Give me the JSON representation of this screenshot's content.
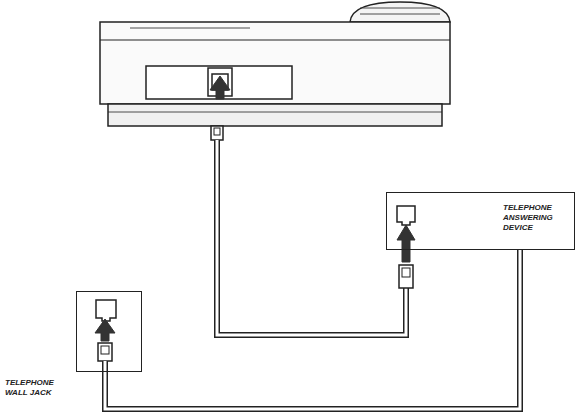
{
  "diagram": {
    "nodes": [
      {
        "text": [
          "TELEPHONE ANSWERING DEVICE"
        ]
      },
      {
        "text": [
          "TELEPHONE WALL JACK"
        ]
      }
    ],
    "edges": [
      {
        "from": 1,
        "to": 0,
        "arrow": "none"
      }
    ]
  }
}
